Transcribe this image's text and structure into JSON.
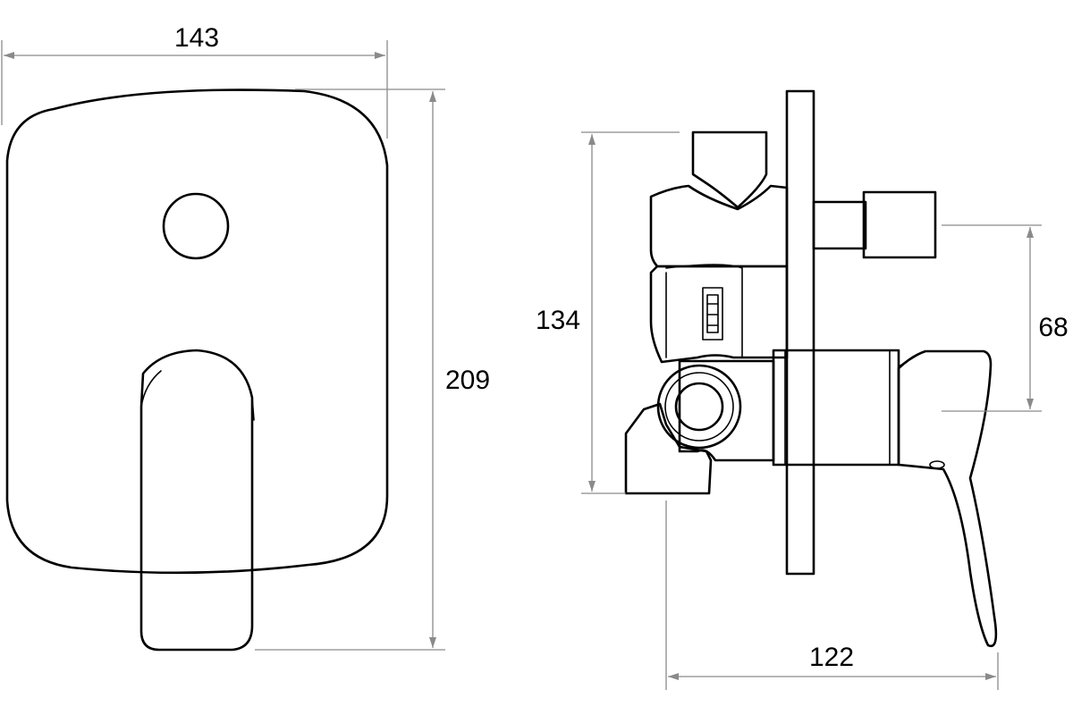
{
  "dimensions": {
    "front_width": "143",
    "front_height": "209",
    "side_height": "134",
    "side_offset": "68",
    "side_depth": "122"
  },
  "colors": {
    "outline": "#000000",
    "dimension_line": "#8a8a8a",
    "background": "#ffffff"
  }
}
